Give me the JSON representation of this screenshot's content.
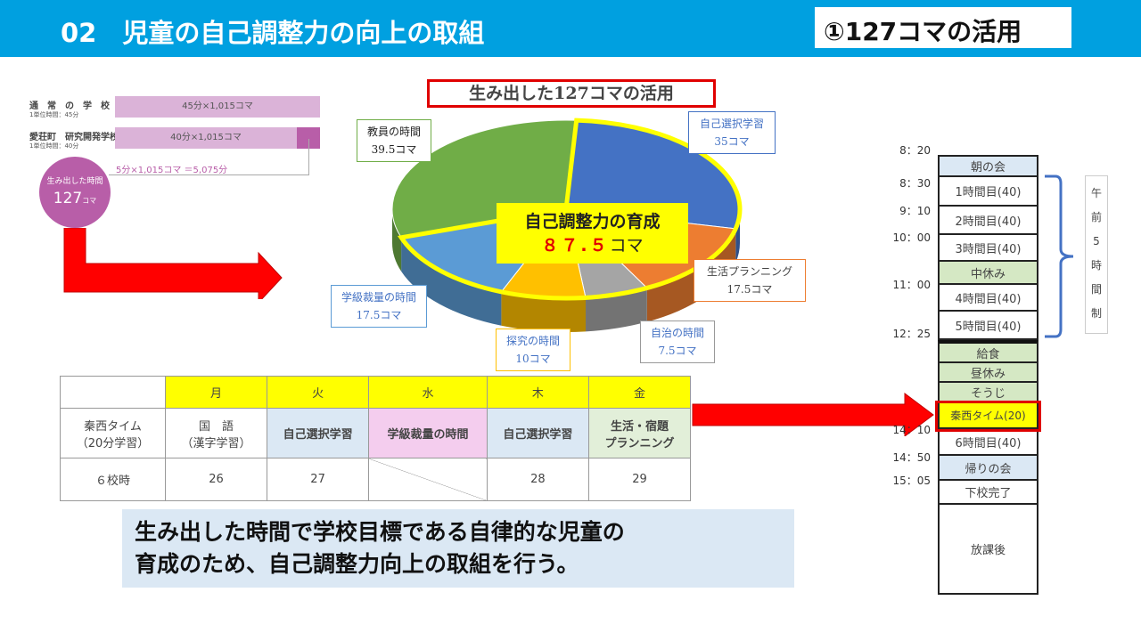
{
  "header": {
    "title": "02　児童の自己調整力の向上の取組",
    "subtitle": "①127コマの活用"
  },
  "comparison": {
    "normal_school": {
      "name": "通　常　の　学　校",
      "unit": "1単位時間：45分",
      "bar": "45分×1,015コマ"
    },
    "research_school": {
      "name": "愛荘町　研究開発学校",
      "unit": "1単位時間：40分",
      "bar": "40分×1,015コマ"
    },
    "difference": "5分×1,015コマ ＝5,075分",
    "generated_label": "生み出した時間",
    "generated_value": "127",
    "generated_unit": "コマ"
  },
  "chart_data": {
    "type": "pie",
    "title": "生み出した127コマの活用",
    "unit": "コマ",
    "slices": [
      {
        "label": "自己選択学習",
        "value": 35,
        "text": "35コマ",
        "color": "#4472c4"
      },
      {
        "label": "生活プランニング",
        "value": 17.5,
        "text": "17.5コマ",
        "color": "#ed7d31"
      },
      {
        "label": "自治の時間",
        "value": 7.5,
        "text": "7.5コマ",
        "color": "#a5a5a5"
      },
      {
        "label": "探究の時間",
        "value": 10,
        "text": "10コマ",
        "color": "#ffc000"
      },
      {
        "label": "学級裁量の時間",
        "value": 17.5,
        "text": "17.5コマ",
        "color": "#5b9bd5"
      },
      {
        "label": "教員の時間",
        "value": 39.5,
        "text": "39.5コマ",
        "color": "#70ad47"
      }
    ],
    "highlight": {
      "label": "自己調整力の育成",
      "value": "８７.５",
      "unit": "コマ"
    }
  },
  "weekly_table": {
    "days": [
      "月",
      "火",
      "水",
      "木",
      "金"
    ],
    "row1": {
      "label1": "秦西タイム",
      "label2": "（20分学習）",
      "cells": [
        [
          "国　語",
          "（漢字学習）"
        ],
        [
          "自己選択学習"
        ],
        [
          "学級裁量の時間"
        ],
        [
          "自己選択学習"
        ],
        [
          "生活・宿題",
          "プランニング"
        ]
      ]
    },
    "row2": {
      "label": "６校時",
      "cells": [
        "26",
        "27",
        "",
        "28",
        "29"
      ]
    }
  },
  "message": {
    "line1": "生み出した時間で学校目標である自律的な児童の",
    "line2": "育成のため、自己調整力向上の取組を行う。"
  },
  "timetable": {
    "times": [
      "8：20",
      "8：30",
      "9：10",
      "10：00",
      "11：00",
      "12：25",
      "14：10",
      "14：50",
      "15：05"
    ],
    "rows": [
      "朝の会",
      "1時間目(40)",
      "2時間目(40)",
      "3時間目(40)",
      "中休み",
      "4時間目(40)",
      "5時間目(40)",
      "給食",
      "昼休み",
      "そうじ",
      "秦西タイム(20)",
      "6時間目(40)",
      "帰りの会",
      "下校完了",
      "放課後"
    ],
    "bracket_label": [
      "午",
      "前",
      "5",
      "時",
      "間",
      "制"
    ]
  }
}
